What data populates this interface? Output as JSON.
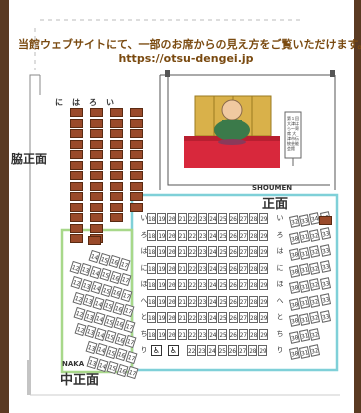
{
  "header": {
    "line1": "当館ウェブサイトにて、一部のお席からの見え方をご覧いただけます。",
    "line2": "https://otsu-dengei.jp"
  },
  "labels": {
    "waki_shomen": "脇正面",
    "shomen_en": "SHOUMEN",
    "shomen_jp": "正面",
    "naka_en": "NAKA",
    "naka_jp": "中正面",
    "stage_sign": "第１回 大津はら〜寄席 大津市伝統芸能会館"
  },
  "bench_row_labels": [
    "に",
    "は",
    "ろ",
    "い"
  ],
  "shomen": {
    "row_labels": [
      "い",
      "ろ",
      "は",
      "に",
      "ほ",
      "へ",
      "と",
      "ち",
      "り"
    ],
    "seat_numbers": [
      "18",
      "19",
      "20",
      "21",
      "22",
      "23",
      "24",
      "25",
      "26",
      "27",
      "28",
      "29"
    ],
    "row_ri_seats": [
      "22",
      "23",
      "24",
      "25",
      "26",
      "27",
      "28",
      "29"
    ],
    "right_block_seats": [
      "30",
      "31",
      "32",
      "33",
      "34",
      "35"
    ]
  },
  "naka": {
    "rows": [
      [
        "14",
        "15",
        "16",
        "17"
      ],
      [
        "12",
        "13",
        "14",
        "15",
        "16",
        "17"
      ],
      [
        "12",
        "13",
        "14",
        "15",
        "16",
        "17"
      ],
      [
        "12",
        "13",
        "14",
        "15",
        "16",
        "17"
      ],
      [
        "12",
        "13",
        "14",
        "15",
        "16",
        "17"
      ],
      [
        "12",
        "13",
        "14",
        "15",
        "16",
        "17"
      ],
      [
        "13",
        "14",
        "15",
        "16",
        "17"
      ],
      [
        "13",
        "14",
        "15",
        "16",
        "17"
      ]
    ]
  },
  "accessible_icons": [
    "wheelchair-icon",
    "wheelchair-icon"
  ],
  "colors": {
    "frame": "#5a3a22",
    "shomen_outline": "#7fd0d8",
    "naka_outline": "#a8d88a",
    "bench": "#9a4a2a",
    "header_text": "#7a4a10"
  }
}
